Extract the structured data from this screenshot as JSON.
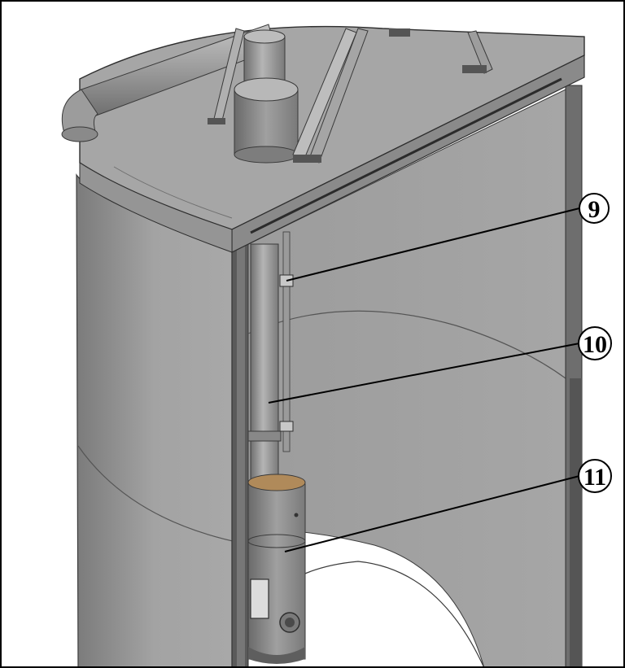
{
  "callouts": [
    {
      "label": "9"
    },
    {
      "label": "10"
    },
    {
      "label": "11"
    }
  ],
  "colors": {
    "background": "#ffffff",
    "frame": "#000000",
    "tank_wall_light": "#a9a9a9",
    "tank_wall_mid": "#9a9a9a",
    "tank_wall_dark": "#6e6e6e",
    "lid_top": "#a6a6a6",
    "lid_edge": "#8a8a8a",
    "pipe": "#8f8f8f",
    "coupling_ring": "#b08a5a",
    "leader": "#000000"
  },
  "icons": {
    "tank": "tank-cutaway-illustration",
    "pump": "submersible-pump-illustration",
    "riser": "riser-pipe-illustration"
  }
}
